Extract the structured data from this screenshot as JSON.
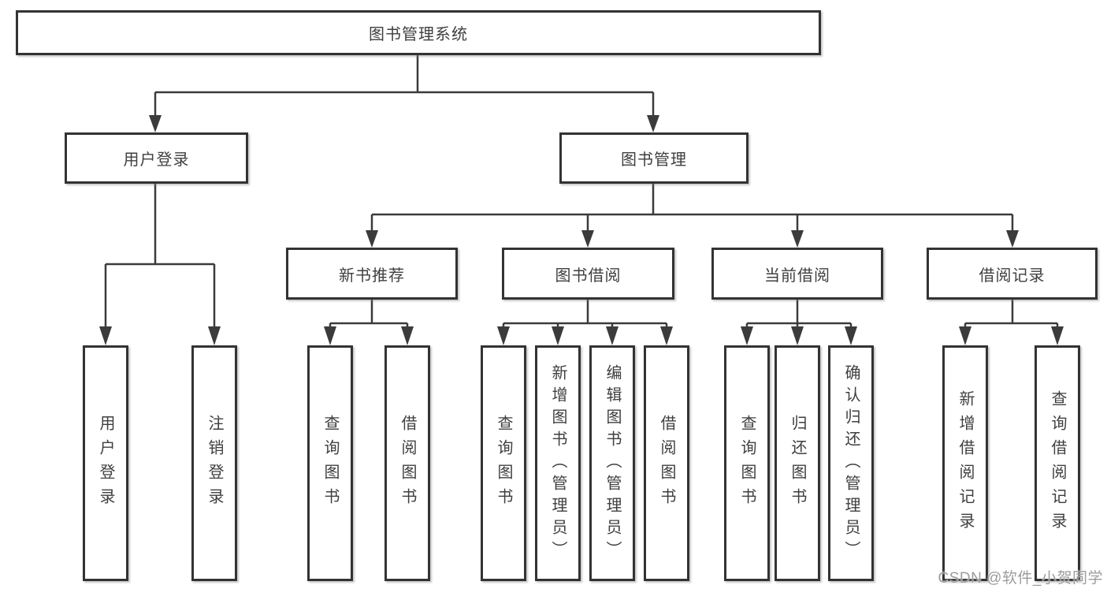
{
  "colors": {
    "line": "#3b3b3b",
    "box_border": "#333333",
    "box_fill": "#ffffff",
    "text": "#3f3f3f",
    "watermark_text": "#9c9c9c",
    "background": "#ffffff"
  },
  "nodes": {
    "root": "图书管理系统",
    "user_login": "用户登录",
    "book_management": "图书管理",
    "new_book_recommend": "新书推荐",
    "book_borrowing": "图书借阅",
    "current_borrowing": "当前借阅",
    "borrowing_records": "借阅记录",
    "leaf_user_login": "用户登录",
    "leaf_logout": "注销登录",
    "leaf_query_books_rec": "查询图书",
    "leaf_borrow_books_rec": "借阅图书",
    "leaf_query_books_borrow": "查询图书",
    "leaf_add_books_admin": "新增图书（管理员）",
    "leaf_edit_books_admin": "编辑图书（管理员）",
    "leaf_borrow_books_borrow": "借阅图书",
    "leaf_query_books_current": "查询图书",
    "leaf_return_books": "归还图书",
    "leaf_confirm_return_admin": "确认归还（管理员）",
    "leaf_add_borrow_record": "新增借阅记录",
    "leaf_query_borrow_record": "查询借阅记录"
  },
  "watermark": "CSDN @软件_小贺同学"
}
